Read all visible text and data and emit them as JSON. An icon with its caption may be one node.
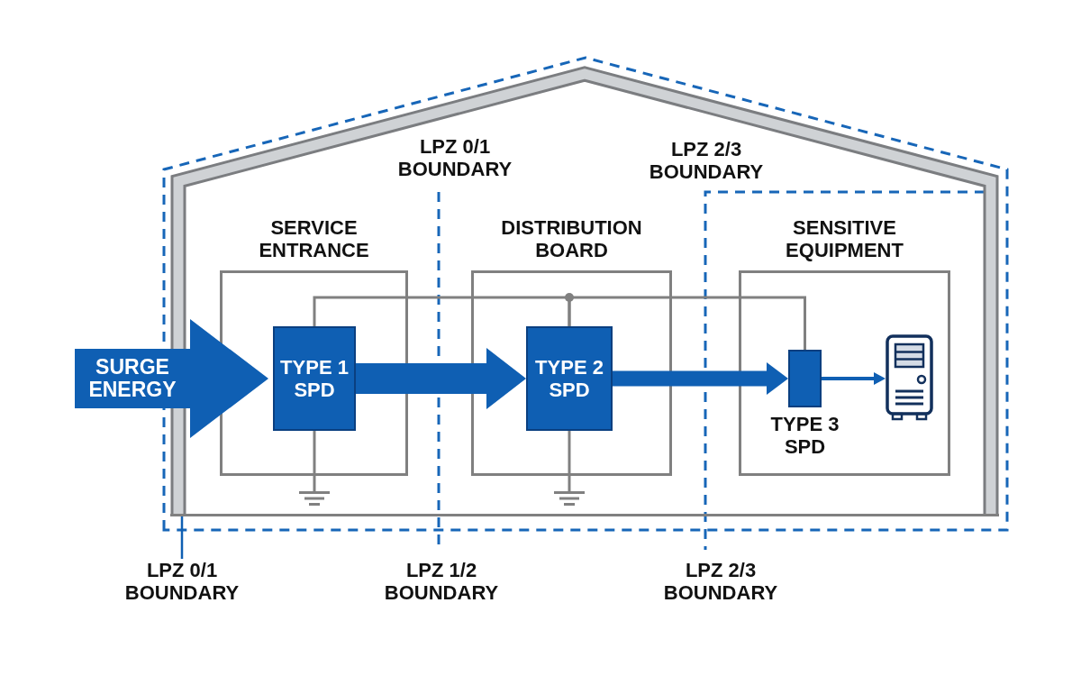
{
  "diagram": {
    "nodes": [
      {
        "text": [],
        "shape": "house"
      },
      {
        "text": [
          "SURGE ENERGY"
        ]
      },
      {
        "text": [
          "SERVICE ENTRANCE"
        ],
        "in": 0
      },
      {
        "text": [
          "TYPE 1 SPD"
        ],
        "in": 2
      },
      {
        "text": [
          "DISTRIBUTION BOARD"
        ],
        "in": 0
      },
      {
        "text": [
          "TYPE 2 SPD"
        ],
        "in": 4
      },
      {
        "text": [
          "SENSITIVE EQUIPMENT"
        ],
        "in": 0
      },
      {
        "text": [],
        "shape": "box",
        "beside": [
          "TYPE 3 SPD"
        ],
        "in": 6
      },
      {
        "text": [],
        "shape": "picture",
        "in": 6
      },
      {
        "text": [],
        "shape": "ground",
        "in": 0
      },
      {
        "text": [],
        "shape": "ground",
        "in": 0
      },
      {
        "text": [
          "LPZ 0/1 BOUNDARY"
        ]
      }
    ],
    "edges": [
      {
        "from": 3,
        "to": 5,
        "arrow": "to",
        "style": "thick",
        "color": "#0f5fb3"
      },
      {
        "from": 5,
        "to": 7,
        "arrow": "to",
        "style": "thick",
        "color": "#0f5fb3"
      },
      {
        "from": 7,
        "to": 8,
        "arrow": "to",
        "color": "#0f5fb3"
      },
      {
        "from": 3,
        "to": 5,
        "arrow": "none",
        "color": "#808080"
      },
      {
        "from": 5,
        "to": 7,
        "arrow": "none",
        "color": "#808080"
      },
      {
        "from": 3,
        "to": 9,
        "arrow": "none",
        "color": "#808080"
      },
      {
        "from": 5,
        "to": 10,
        "arrow": "none",
        "color": "#808080"
      },
      {
        "from": 11,
        "to": 0,
        "arrow": "none",
        "color": "#0f5fb3"
      }
    ],
    "labels": [
      "LPZ 0/1 BOUNDARY",
      "LPZ 2/3 BOUNDARY",
      "LPZ 1/2 BOUNDARY",
      "LPZ 2/3 BOUNDARY"
    ]
  }
}
